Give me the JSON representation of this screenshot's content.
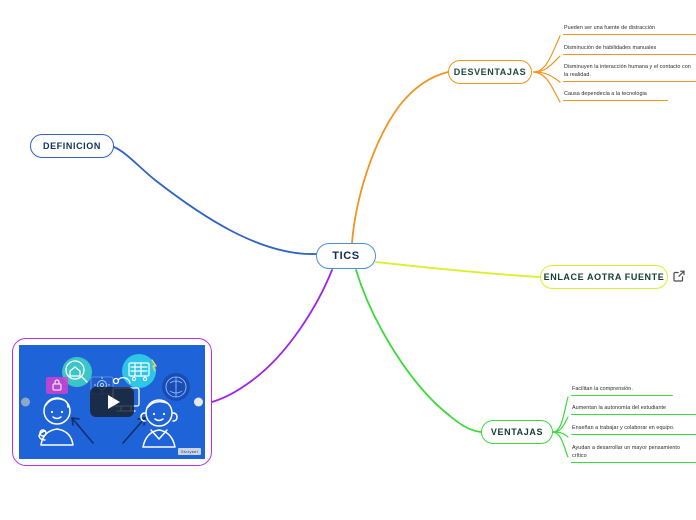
{
  "mindmap": {
    "root": {
      "label": "TICS",
      "color": "#4a90d9"
    },
    "branches": [
      {
        "id": "definicion",
        "label": "DEFINICION",
        "color": "#2f63c4",
        "children": []
      },
      {
        "id": "desventajas",
        "label": "DESVENTAJAS",
        "color": "#f0941e",
        "children": [
          "Pueden ser una fuente de distracción",
          "Disminución de habilidades manuales",
          "Disminuyen la interacción humana y el contacto con la realidad.",
          "Causa dependecia a la tecnologia"
        ]
      },
      {
        "id": "enlace",
        "label": "ENLACE AOTRA  FUENTE",
        "color": "#d9f02a",
        "children": [],
        "icon": "external-link-icon"
      },
      {
        "id": "ventajas",
        "label": "VENTAJAS",
        "color": "#3bd93b",
        "children": [
          "Facilitan la comprensión.",
          "Aumentan la autonomía del estudiante",
          "Enseñan a trabajar y colaborar en equipo.",
          "Ayudan a desarrollar un mayor pensamiento crítico"
        ]
      },
      {
        "id": "video",
        "label": "",
        "color": "#b52ee8",
        "children": []
      }
    ],
    "video_card": {
      "badge": "Storyset",
      "play_icon": "play-icon",
      "background_color": "#1f63d8",
      "border_color": "#b52ee8"
    }
  }
}
